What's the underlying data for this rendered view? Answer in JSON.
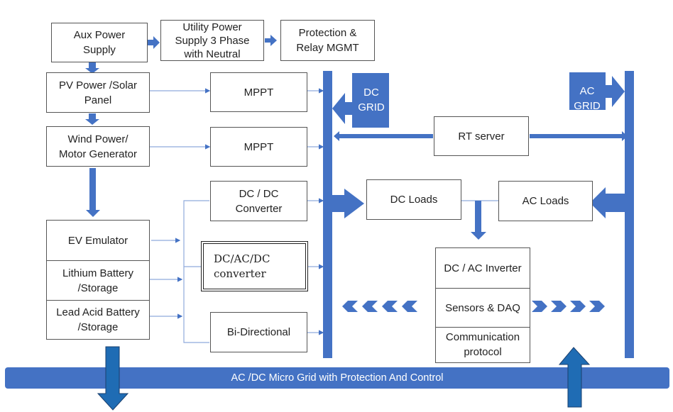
{
  "colors": {
    "accent": "#4472C4",
    "connector": "#8FAADC",
    "dark_arrow": "#1F6CB4",
    "box_border": "#555555"
  },
  "blocks": {
    "aux_power": "Aux Power\nSupply",
    "utility_power": "Utility Power\nSupply 3 Phase\nwith Neutral",
    "protection_relay": "Protection &\nRelay MGMT",
    "pv_power": "PV Power /Solar\nPanel",
    "wind_power": "Wind Power/\nMotor Generator",
    "ev_emulator": "EV Emulator",
    "lithium_battery": "Lithium Battery\n/Storage",
    "lead_acid_battery": "Lead Acid Battery\n/Storage",
    "mppt_1": "MPPT",
    "mppt_2": "MPPT",
    "dc_dc_converter": "DC / DC\nConverter",
    "dc_ac_dc_converter": "DC/AC/DC\nconverter",
    "bi_directional": "Bi-Directional",
    "rt_server": "RT server",
    "dc_loads": "DC Loads",
    "ac_loads": "AC Loads",
    "dc_ac_inverter": "DC / AC Inverter",
    "sensors_daq": "Sensors & DAQ",
    "communication_protocol": "Communication\nprotocol"
  },
  "grids": {
    "dc_grid": "DC\nGRID",
    "ac_grid": "AC\nGRID"
  },
  "bus": {
    "label": "AC /DC Micro Grid with Protection And Control"
  }
}
